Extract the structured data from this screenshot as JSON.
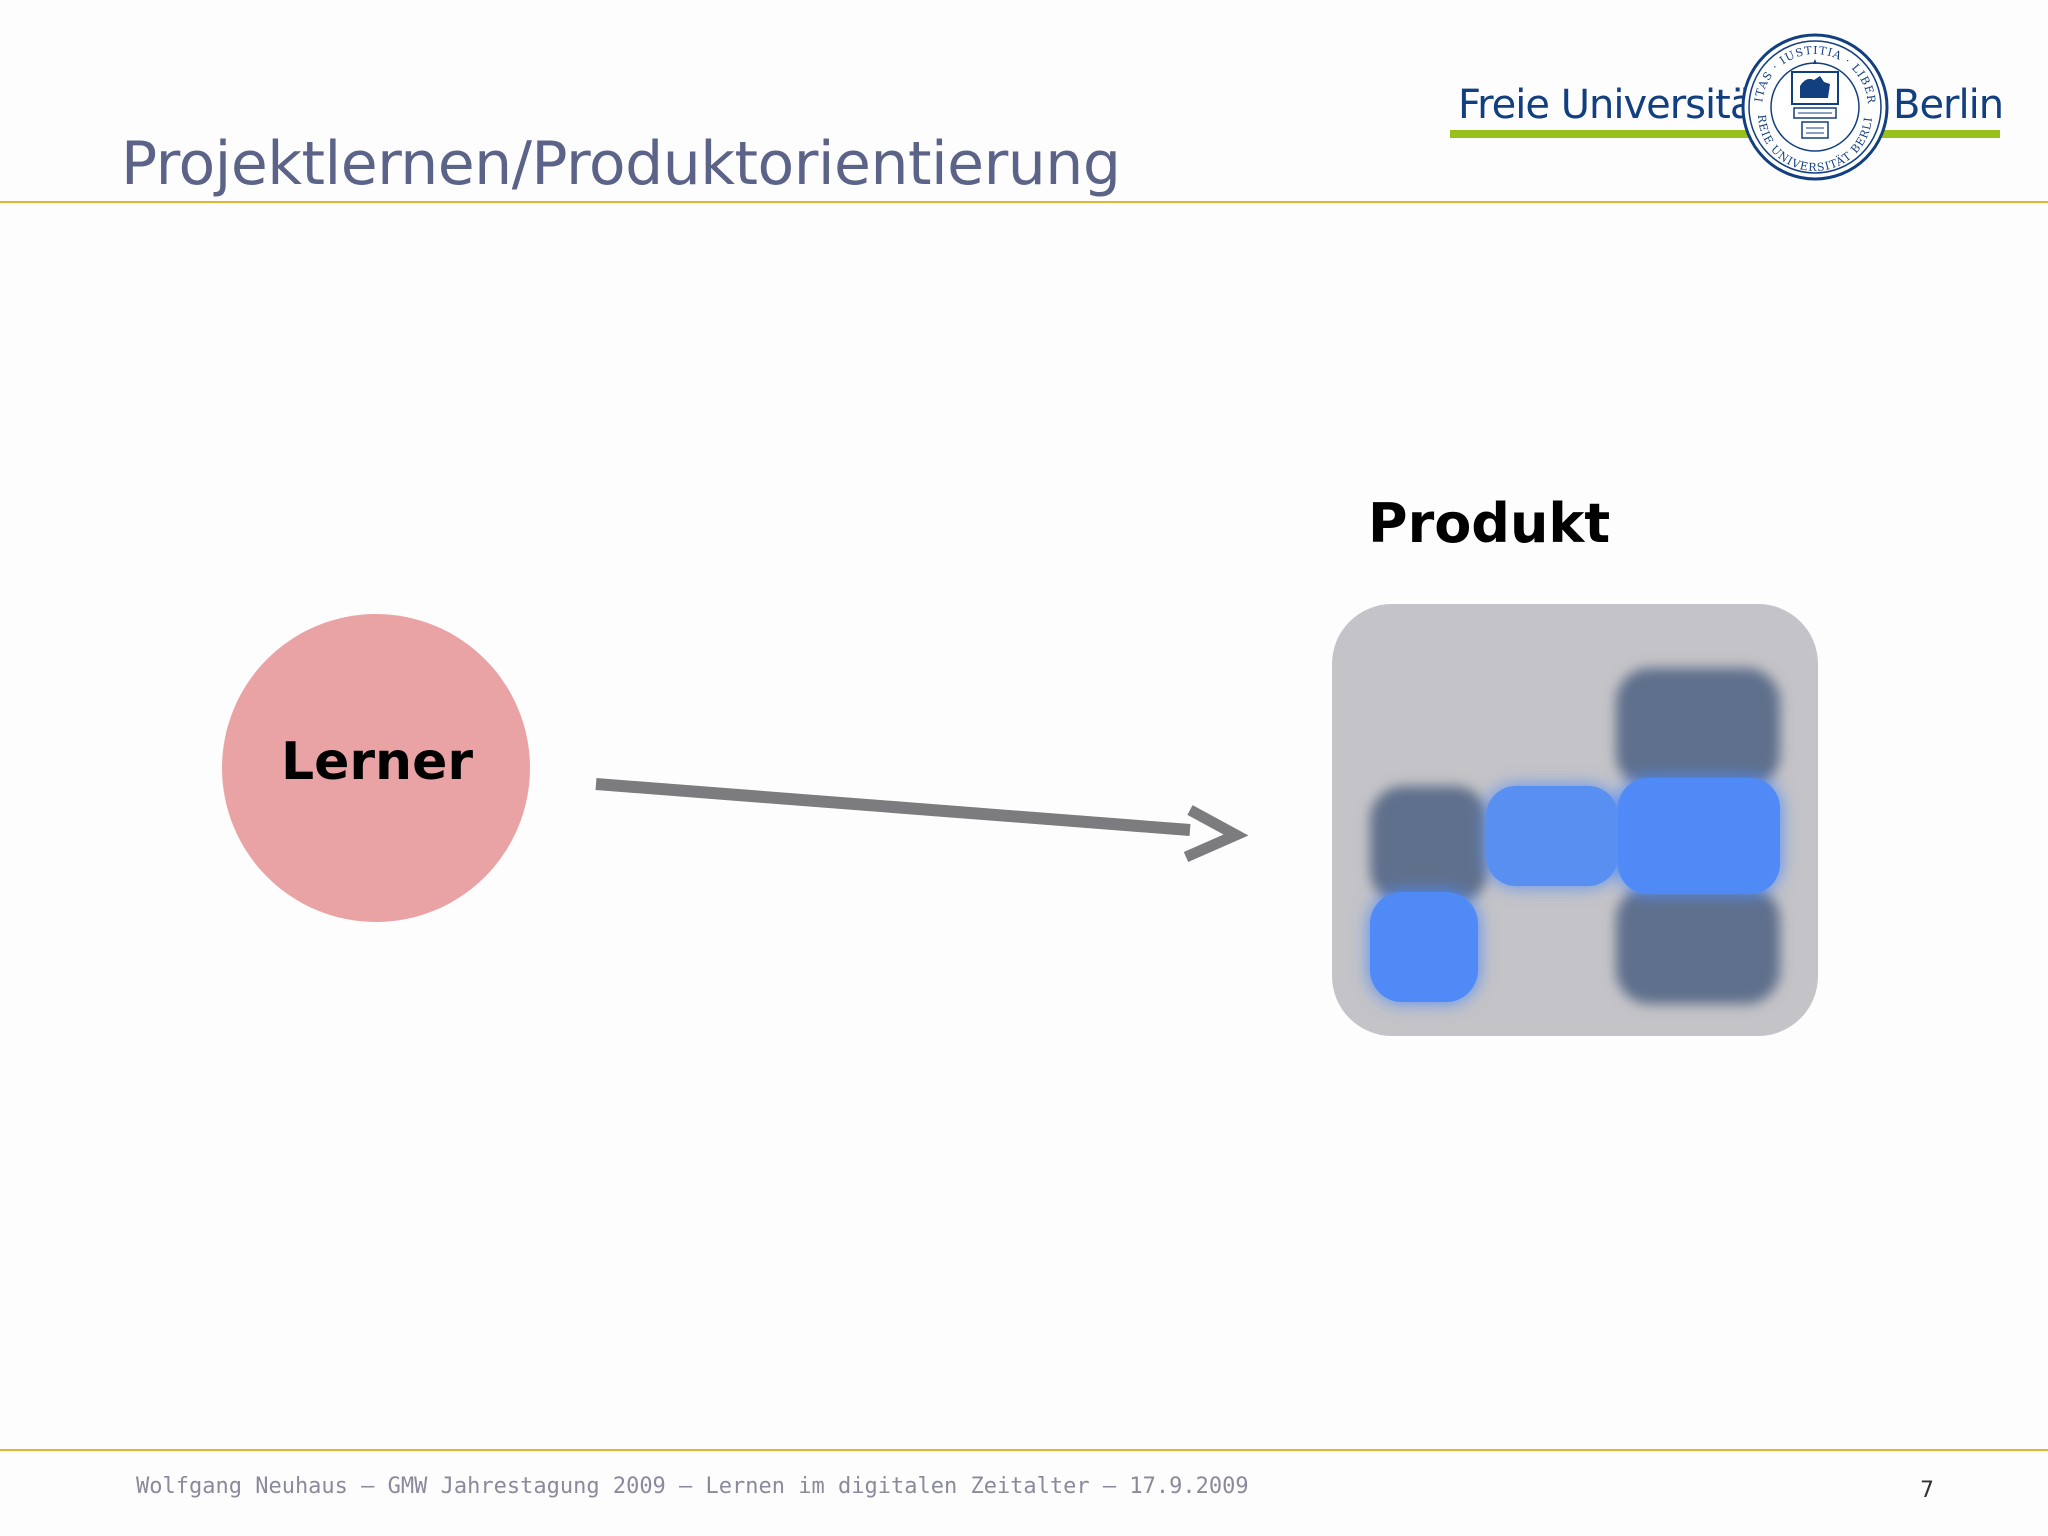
{
  "slide": {
    "title": "Projektlernen/Produktorientierung",
    "page_number": "7"
  },
  "logo": {
    "name_left": "Freie Universität",
    "name_right": "Berlin",
    "seal_motto": "VERITAS · IUSTITIA · LIBERTAS",
    "seal_name": "FREIE UNIVERSITÄT BERLIN"
  },
  "diagram": {
    "learner_label": "Lerner",
    "product_label": "Produkt"
  },
  "footer": {
    "text": "Wolfgang Neuhaus – GMW Jahrestagung 2009 – Lernen im digitalen Zeitalter – 17.9.2009"
  },
  "colors": {
    "title": "#5b6488",
    "rule": "#e7b432",
    "brand_blue": "#123f80",
    "brand_green": "#99c11c",
    "learner_circle": "#e9a3a5",
    "product_box": "#c4c3c7",
    "block_dark": "#5f6f8c",
    "block_bright": "#4f8af7",
    "arrow": "#7c7c7e"
  }
}
